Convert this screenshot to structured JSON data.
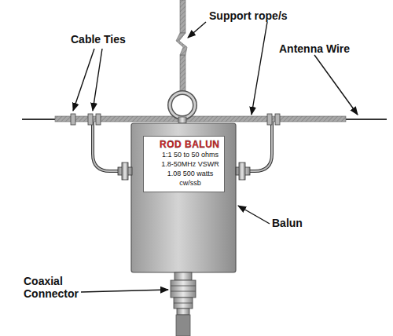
{
  "diagram": {
    "nodes": [
      {
        "text": [
          "ROD BALUN",
          "1:1 50 to 50 ohms 1.8-50MHz VSWR 1.08 500 watts cw/ssb"
        ]
      }
    ],
    "labels": [
      "Cable Ties",
      "Support rope/s",
      "Antenna Wire",
      "Balun",
      "Coaxial Connector"
    ]
  }
}
